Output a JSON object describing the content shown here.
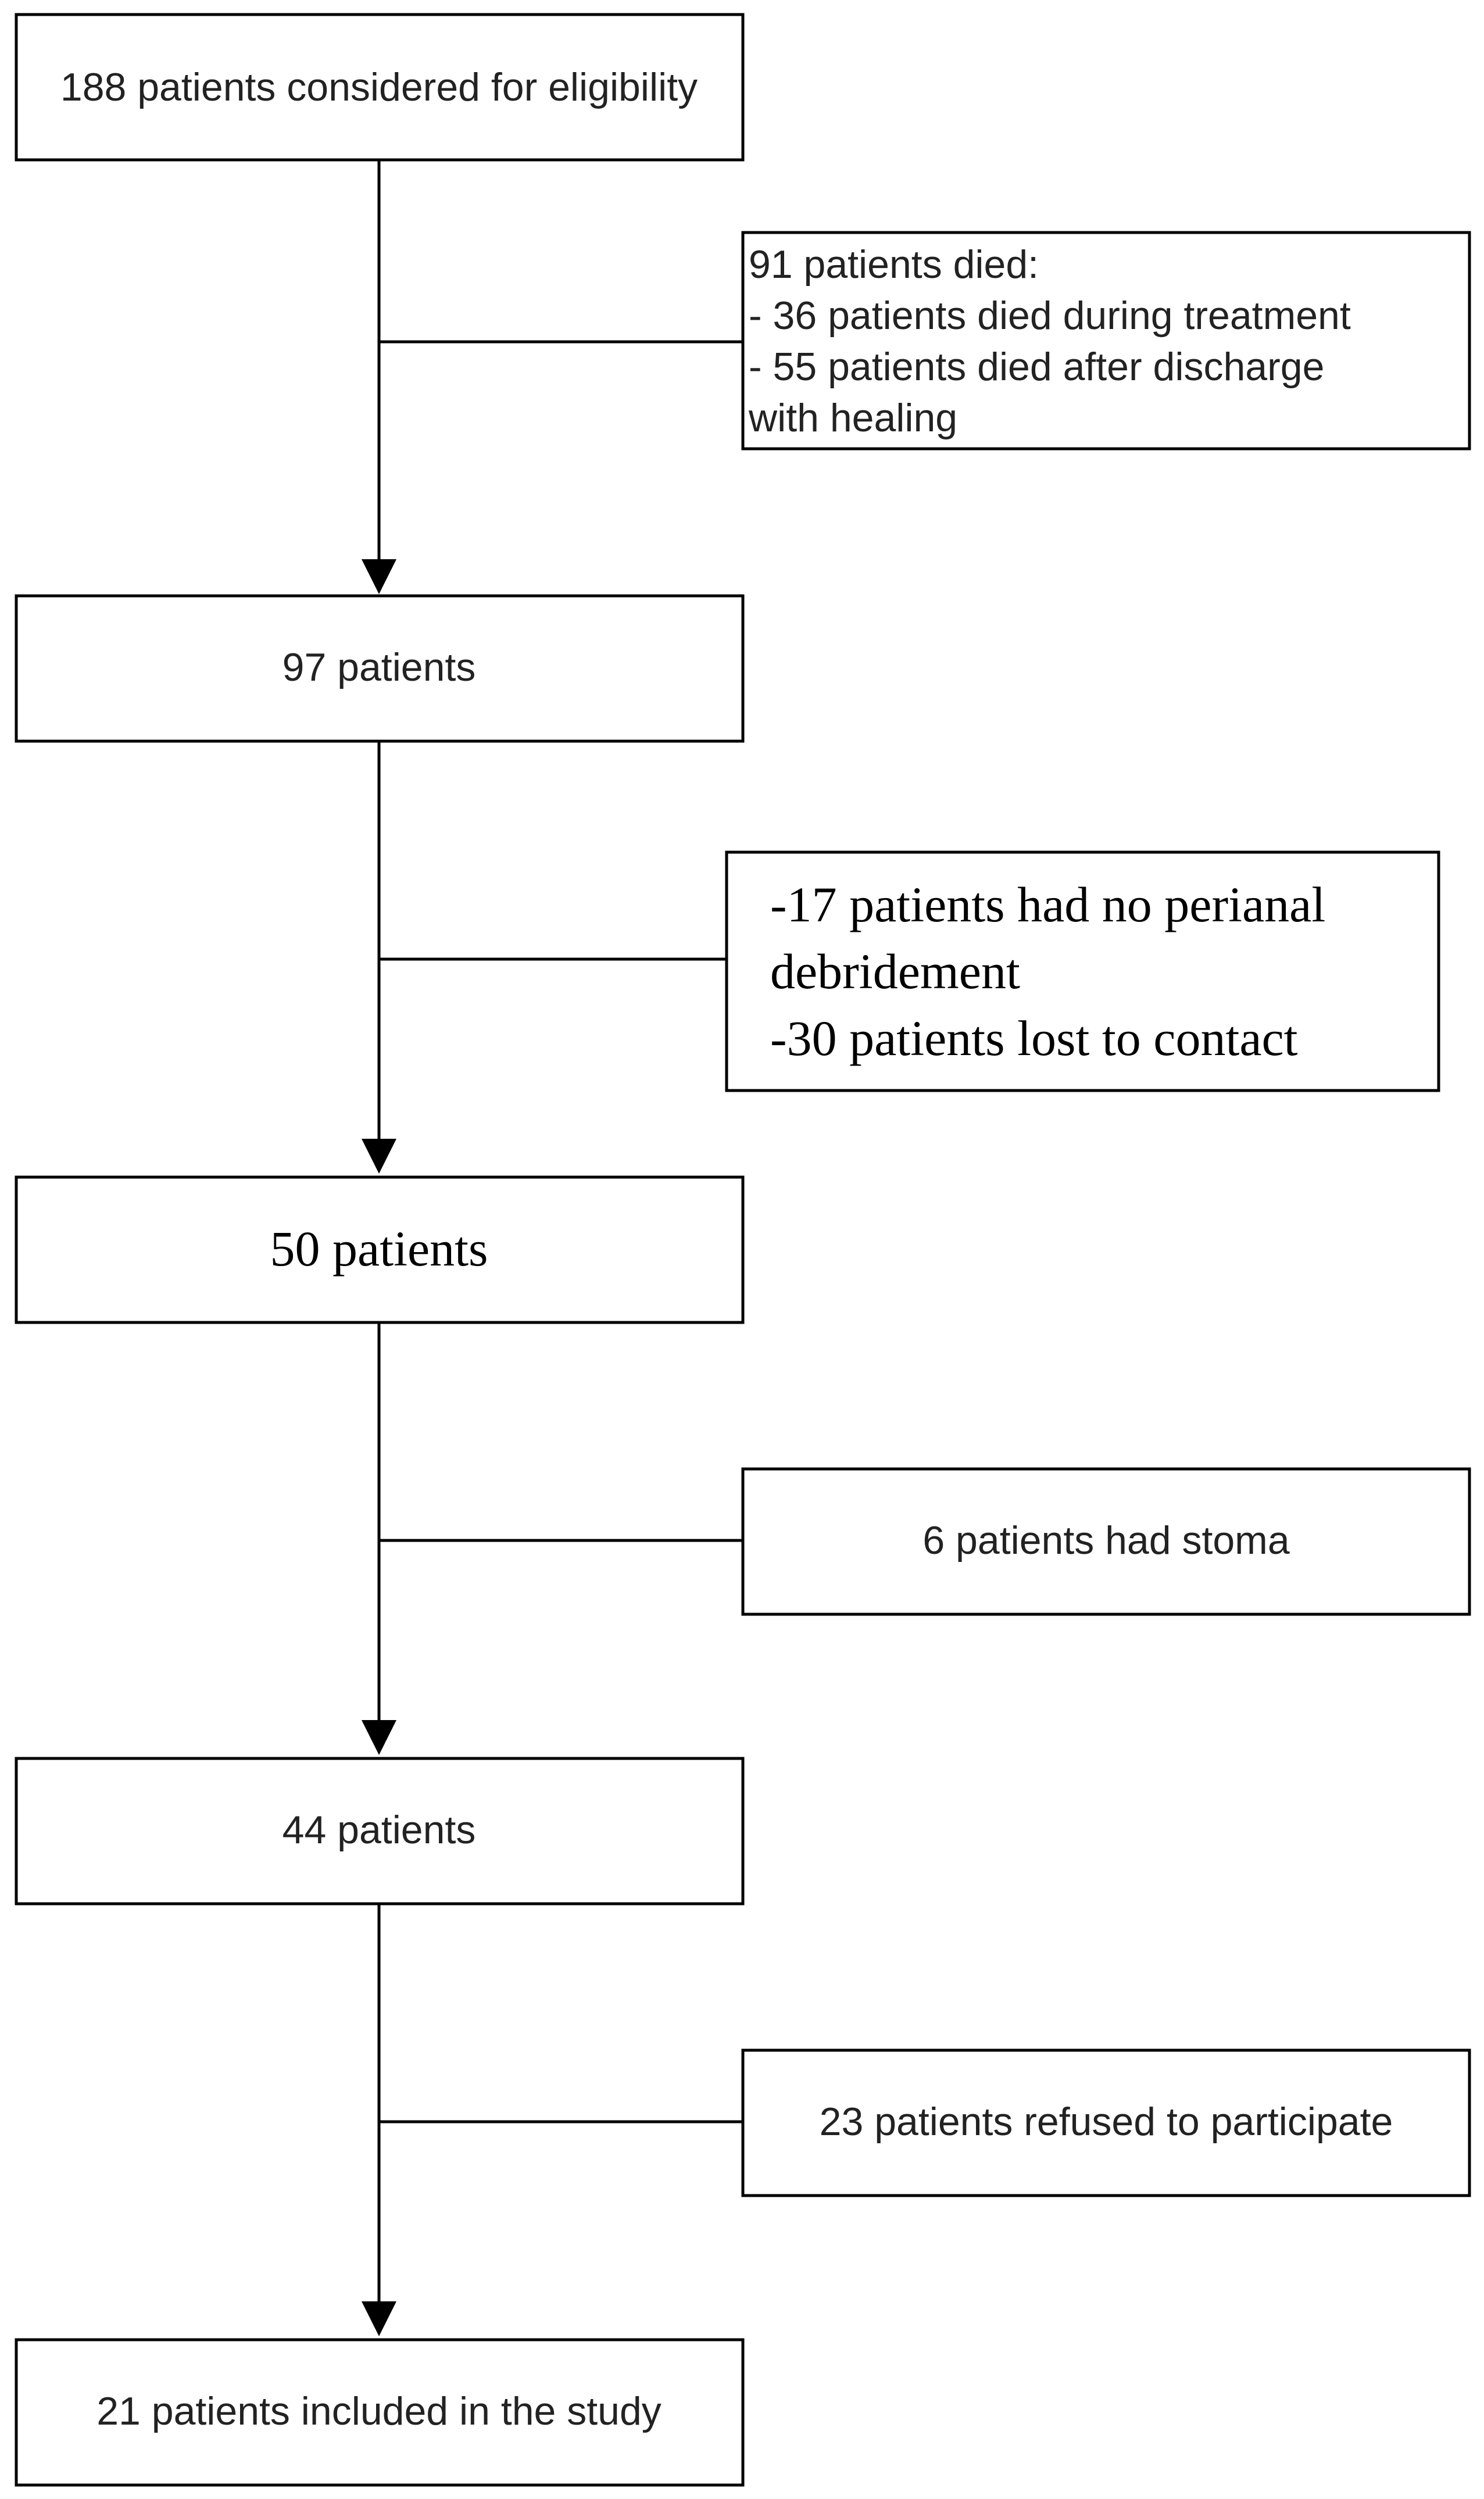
{
  "flow": {
    "main_steps": [
      {
        "text": "188 patients considered for eligibility"
      },
      {
        "text": "97 patients"
      },
      {
        "text": "50 patients"
      },
      {
        "text": "44 patients"
      },
      {
        "text": "21 patients included in the study"
      }
    ],
    "exclusions": [
      {
        "lines": [
          "91 patients died:",
          "- 36 patients died during treatment",
          "- 55 patients died after discharge",
          "with healing"
        ]
      },
      {
        "lines": [
          "-17 patients had no perianal",
          "debridement",
          "-30 patients lost to contact"
        ]
      },
      {
        "lines": [
          "6 patients had stoma"
        ]
      },
      {
        "lines": [
          "23 patients refused to participate"
        ]
      }
    ]
  }
}
